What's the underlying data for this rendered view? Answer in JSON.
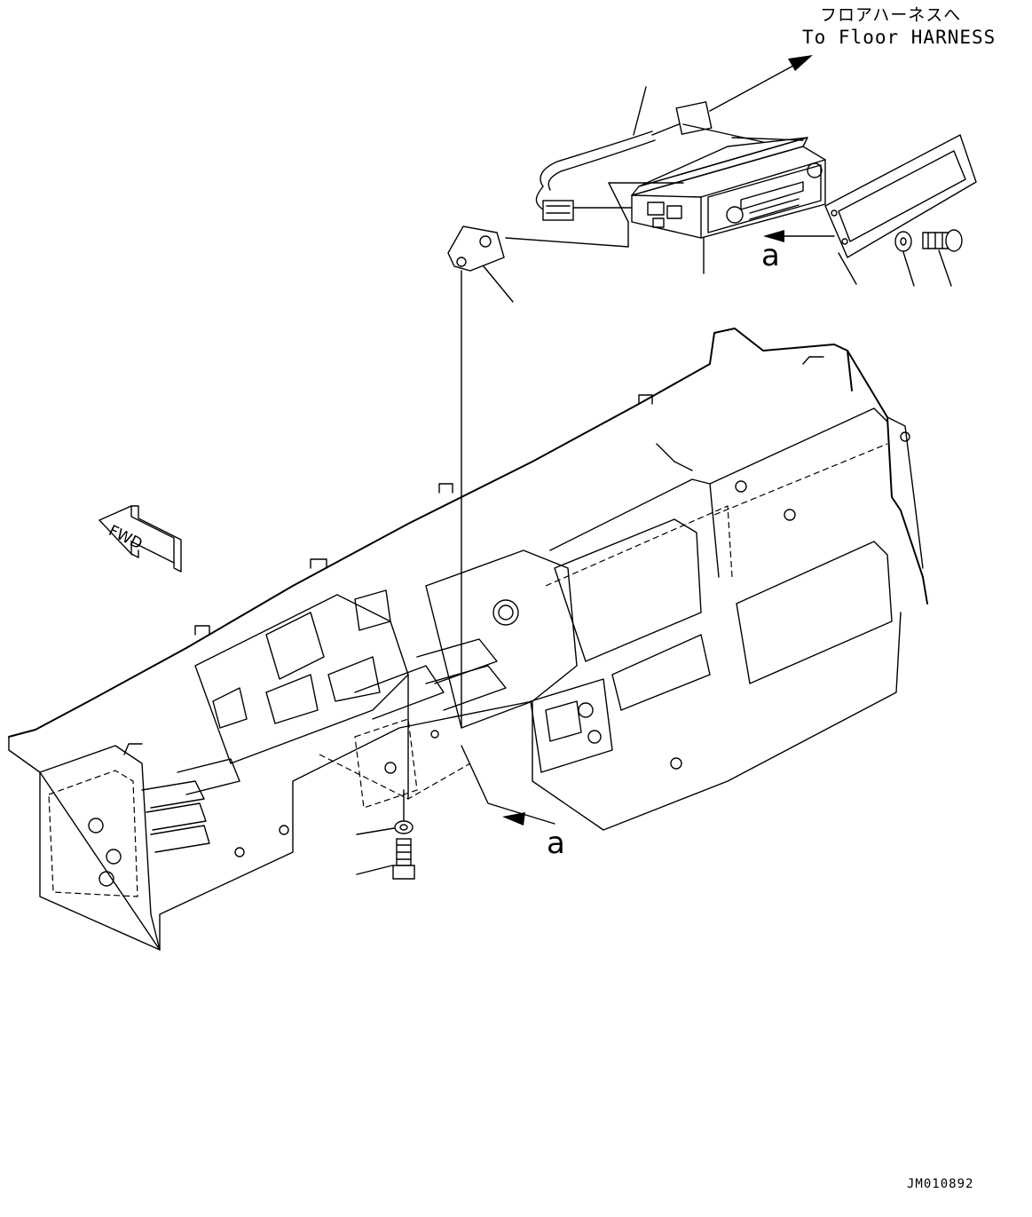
{
  "labels": {
    "harness_jp": "フロアハーネスへ",
    "harness_en": "To Floor HARNESS",
    "view_a_upper": "a",
    "view_a_lower": "a",
    "drawing_code": "JM010892"
  },
  "fwd_label": "FWD",
  "icons": {
    "direction_arrow": "fwd-arrow-icon"
  },
  "colors": {
    "line": "#000000",
    "background": "#ffffff"
  }
}
